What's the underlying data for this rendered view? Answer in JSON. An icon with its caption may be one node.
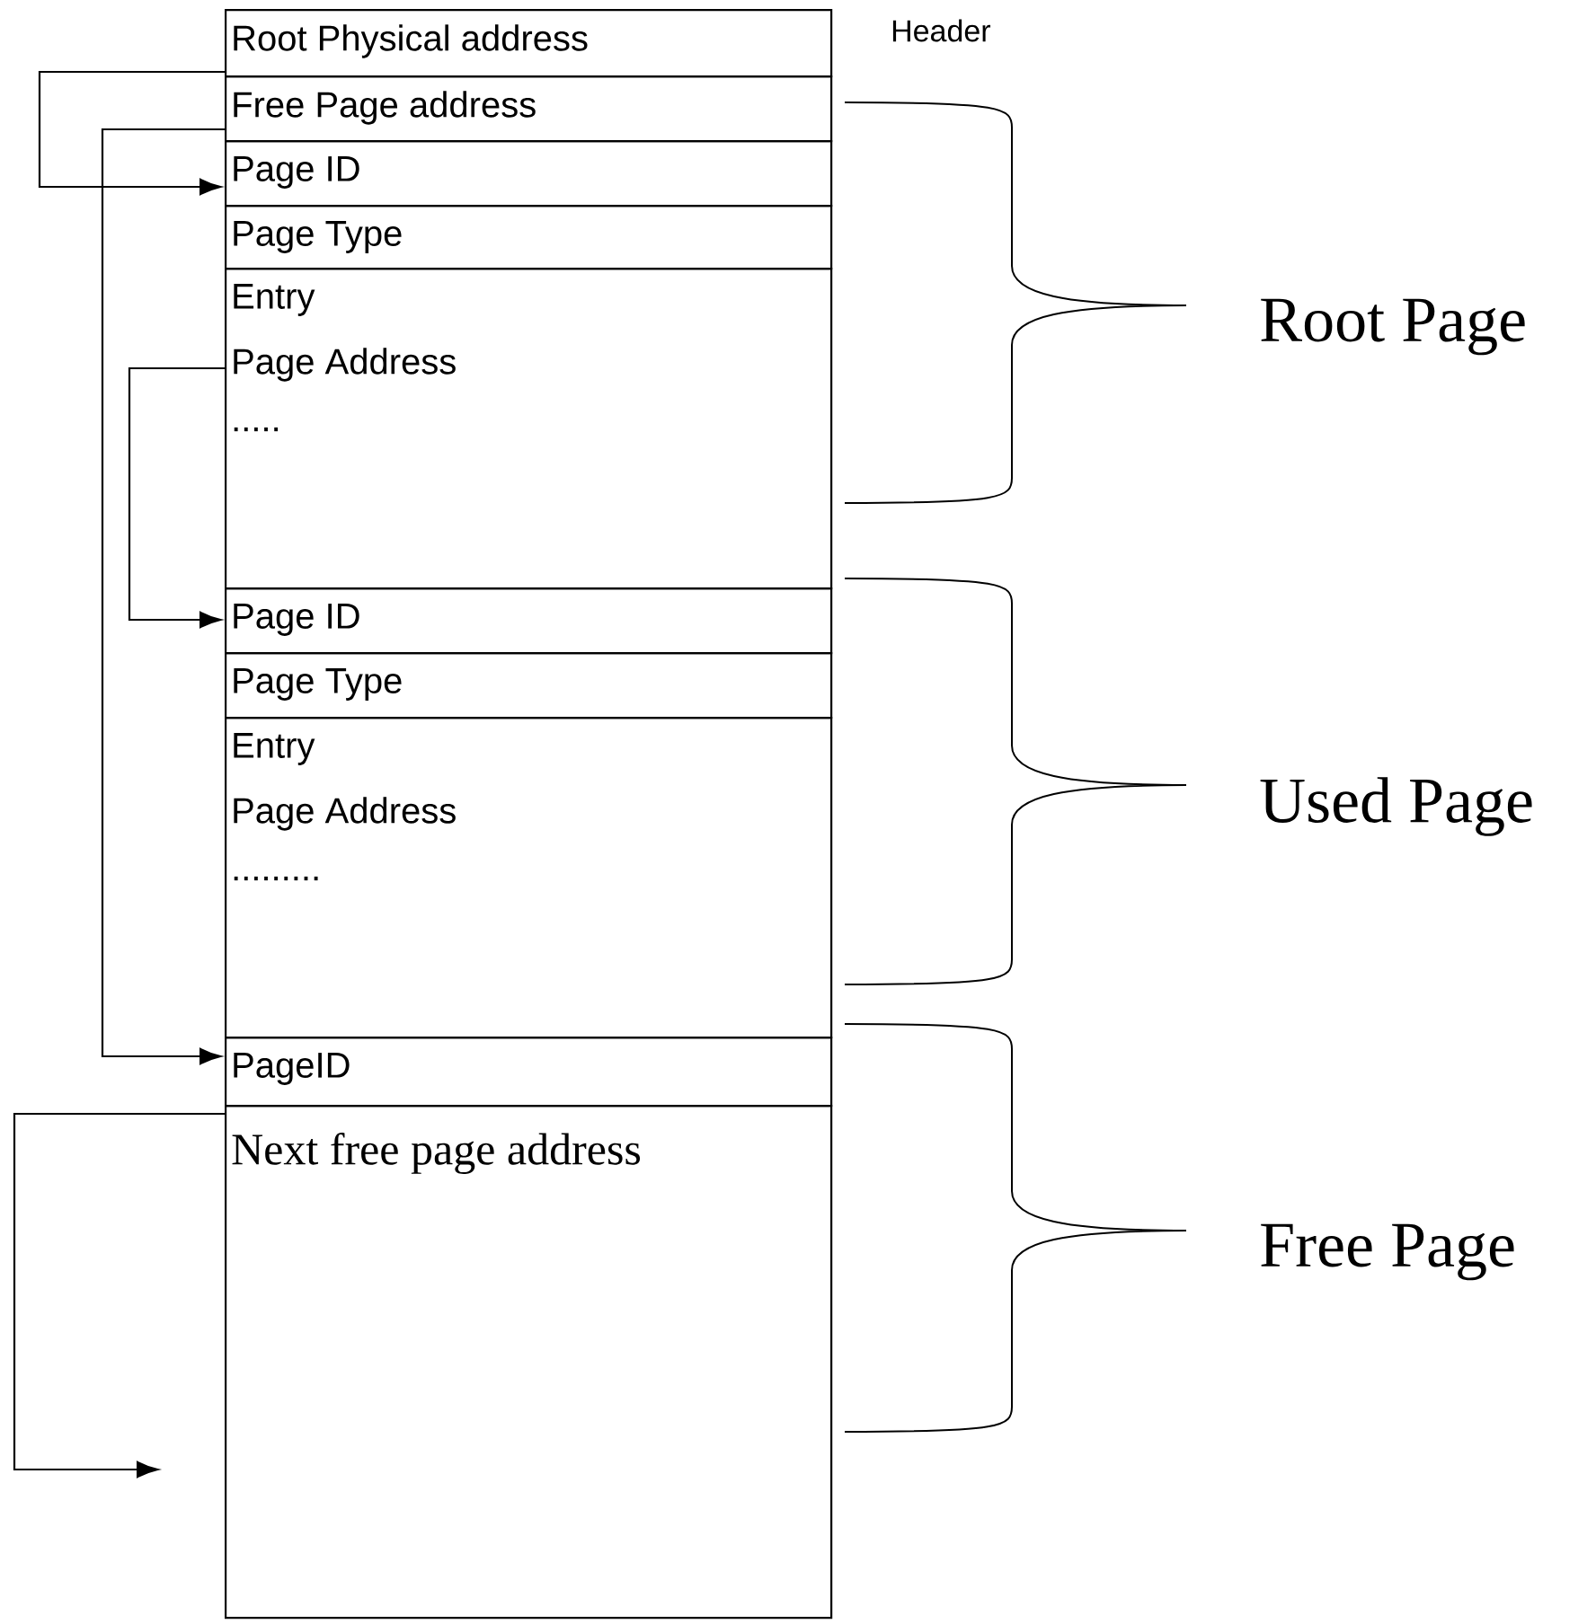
{
  "diagram": {
    "nodes": [
      {
        "text": [
          "Root Physical address"
        ]
      },
      {
        "text": [
          "Free Page address"
        ]
      },
      {
        "text": [
          "Page ID"
        ]
      },
      {
        "text": [
          "Page Type"
        ]
      },
      {
        "text": [
          "Entry",
          "Page Address",
          "....."
        ]
      },
      {
        "text": [
          "Page ID"
        ]
      },
      {
        "text": [
          "Page Type"
        ]
      },
      {
        "text": [
          "Entry",
          "Page Address",
          "........."
        ]
      },
      {
        "text": [
          "PageID"
        ]
      },
      {
        "text": [
          "Next free page address"
        ]
      }
    ],
    "edges": [
      {
        "from": 0,
        "to": 2,
        "arrow": "to"
      },
      {
        "from": 1,
        "to": 8,
        "arrow": "to"
      },
      {
        "from": 4,
        "to": 5,
        "arrow": "to"
      },
      {
        "from": 9,
        "to": null,
        "arrow": "to"
      }
    ],
    "labels": [
      "Header",
      "Root Page",
      "Used Page",
      "Free Page"
    ]
  }
}
